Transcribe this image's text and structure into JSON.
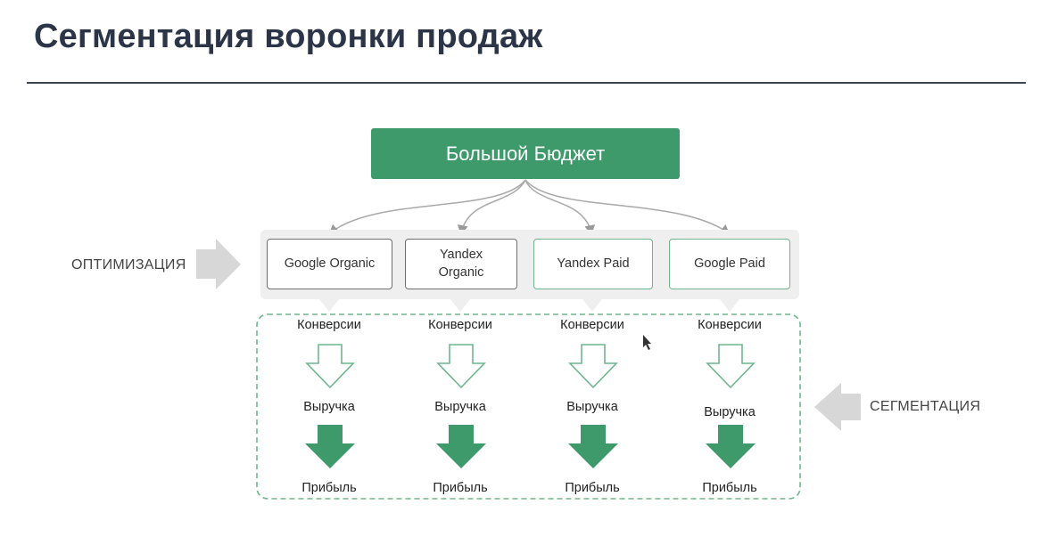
{
  "title": "Сегментация воронки продаж",
  "budget_label": "Большой Бюджет",
  "left_label": "ОПТИМИЗАЦИЯ",
  "right_label": "СЕГМЕНТАЦИЯ",
  "channels": [
    {
      "label": "Google Organic",
      "style": "gray"
    },
    {
      "label": "Yandex\nOrganic",
      "style": "gray"
    },
    {
      "label": "Yandex Paid",
      "style": "green"
    },
    {
      "label": "Google Paid",
      "style": "green"
    }
  ],
  "stages": {
    "conversions": "Конверсии",
    "revenue": "Выручка",
    "profit": "Прибыль"
  },
  "colors": {
    "accent": "#3f9a6b",
    "title": "#2b3547",
    "side_arrow": "#d7d7d7"
  }
}
